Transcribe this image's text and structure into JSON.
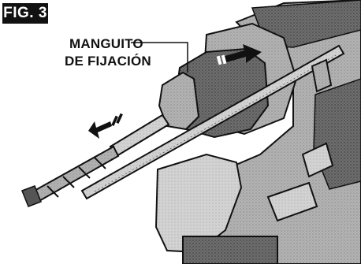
{
  "figure": {
    "badge": "FIG. 3",
    "callout": {
      "line1": "MANGUITO",
      "line2": "DE FIJACIÓN"
    }
  },
  "colors": {
    "ink": "#111111",
    "tool_body": "#a9a9a9",
    "tool_dark": "#5a5a5a",
    "background": "#ffffff"
  }
}
